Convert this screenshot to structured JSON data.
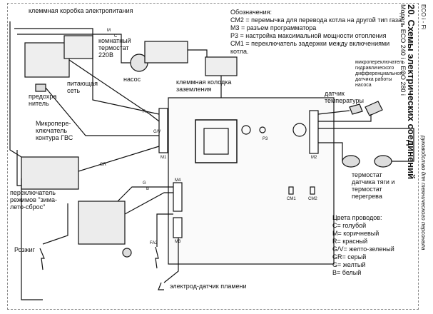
{
  "header": {
    "section_title": "20. Схемы электрических соединений",
    "model": "Модель ECO 240 i – ECO 280 i",
    "brand": "ECO i - Fi",
    "manual": "руководство для технического персонала"
  },
  "legend_abbrev": {
    "title": "Обозначения:",
    "items": [
      "СМ2 = перемычка для перевода котла на другой тип газа",
      "М3 = разъем программатора",
      "Р3 = настройка максимальной мощности отопления",
      "СМ1 = переключатель задержки между включениями котла."
    ]
  },
  "legend_colors": {
    "title": "Цвета проводов:",
    "items": [
      "C= голубой",
      "M= коричневый",
      "R= красный",
      "G/V= желто-зеленый",
      "GR= серый",
      "G= желтый",
      "B= белый"
    ]
  },
  "labels": {
    "junction_box": "клеммная коробка электропитания",
    "room_thermostat": "комнатный\nтермостат\n220В",
    "mains": "питающая\nсеть",
    "fuse": "предохра\nнитель",
    "pump": "насос",
    "ground_block": "клеммная колодка\nзаземления",
    "dhw_microswitch": "Микропере-\nключатель\nконтура ГВС",
    "temp_sensor": "датчик\nтемпературы",
    "pressure_switch": "микропереключатель\nгидравлического\nдифференциального\nдатчика работы\nнасоса",
    "thermostats": "термостат\nдатчика тяги и\nтермостат\nперегрева",
    "mode_switch": "переключатель\nрежимов \"зима-\nлето-сброс\"",
    "ignition": "Розжиг",
    "flame_electrode": "электрод-датчик пламени"
  },
  "wire_codes": [
    "M",
    "C",
    "R",
    "G/V",
    "GR",
    "B",
    "G"
  ],
  "board_codes": [
    "M1",
    "M2",
    "M3",
    "M4",
    "P3",
    "CM1",
    "CM2",
    "FA2"
  ]
}
